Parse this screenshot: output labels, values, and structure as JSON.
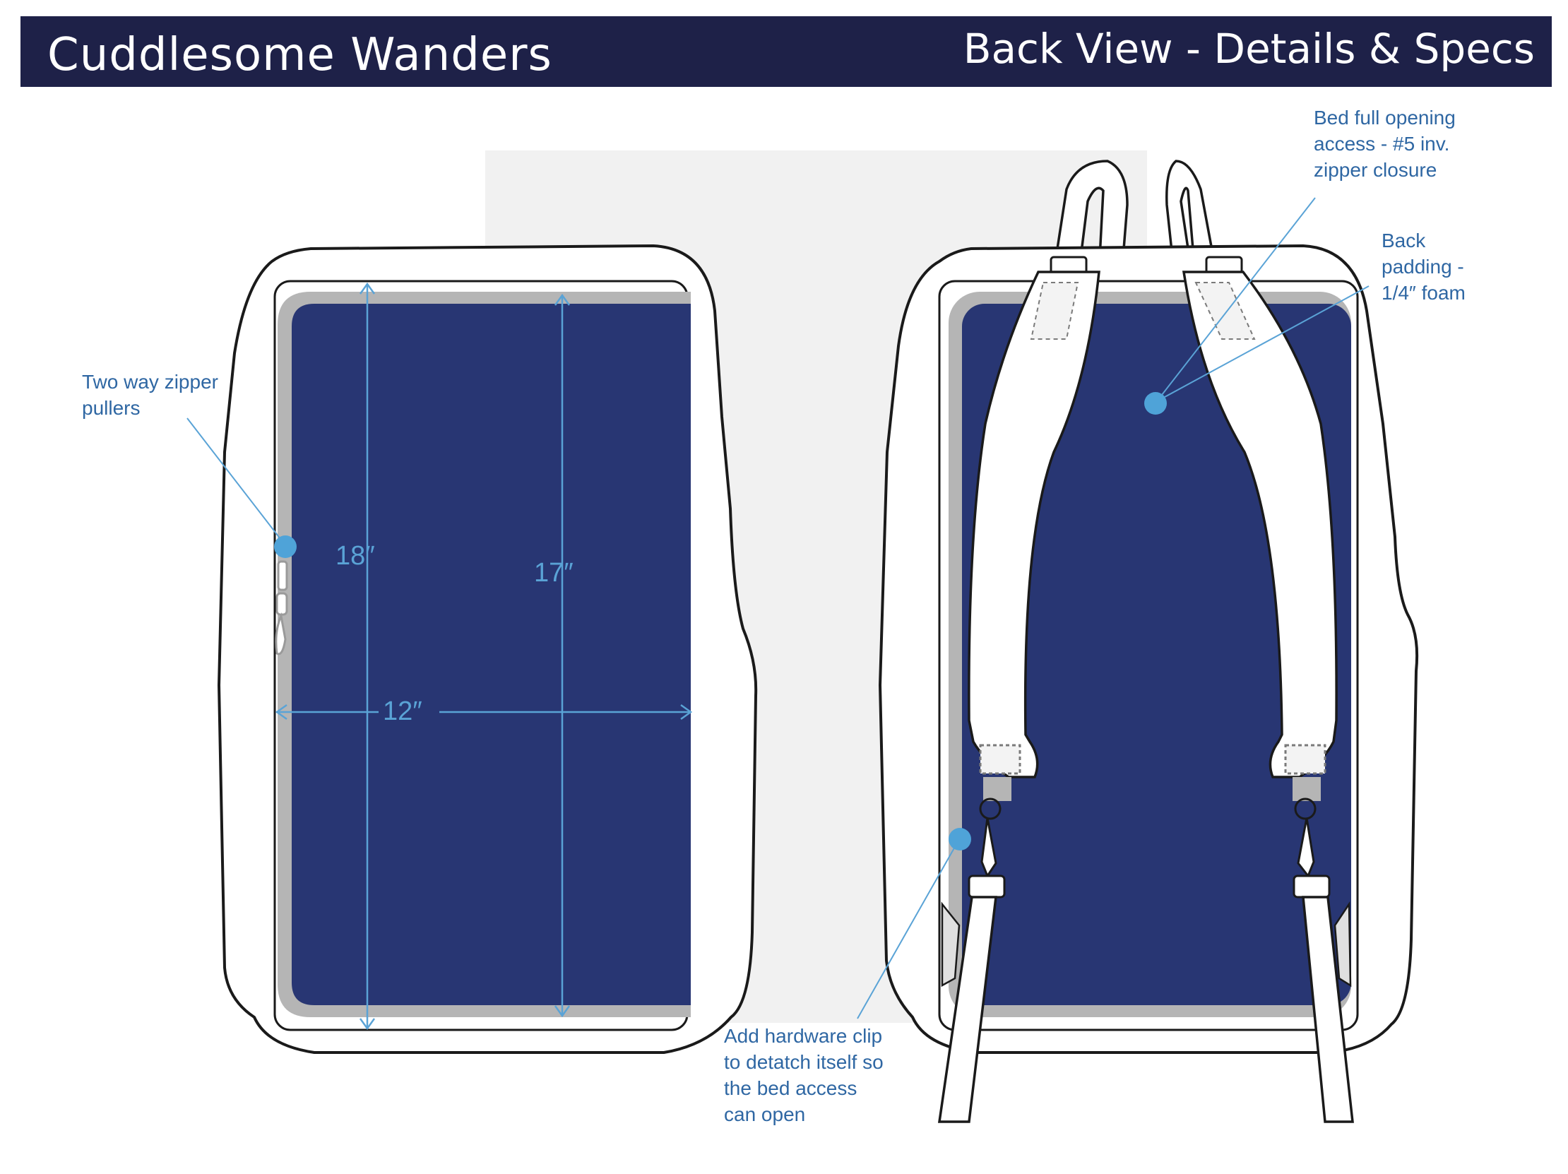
{
  "header": {
    "brand": "Cuddlesome Wanders",
    "view": "Back View - Details & Specs"
  },
  "colors": {
    "header_bg": "#1e2148",
    "panel_fill": "#283673",
    "panel_border": "#b5b5b5",
    "callout_line": "#5aa3d6",
    "callout_text": "#2f67a3",
    "background_panel": "#f1f1f1"
  },
  "dimensions": {
    "height_outer": "18″",
    "height_inner": "17″",
    "width": "12″"
  },
  "callouts": {
    "zipper_pullers": [
      "Two way zipper",
      "pullers"
    ],
    "bed_opening": [
      "Bed full opening",
      "access - #5 inv.",
      "zipper closure"
    ],
    "back_padding": [
      "Back",
      "padding -",
      "1/4″ foam"
    ],
    "hardware_clip": [
      "Add hardware clip",
      "to detatch itself so",
      "the bed access",
      "can open"
    ]
  }
}
